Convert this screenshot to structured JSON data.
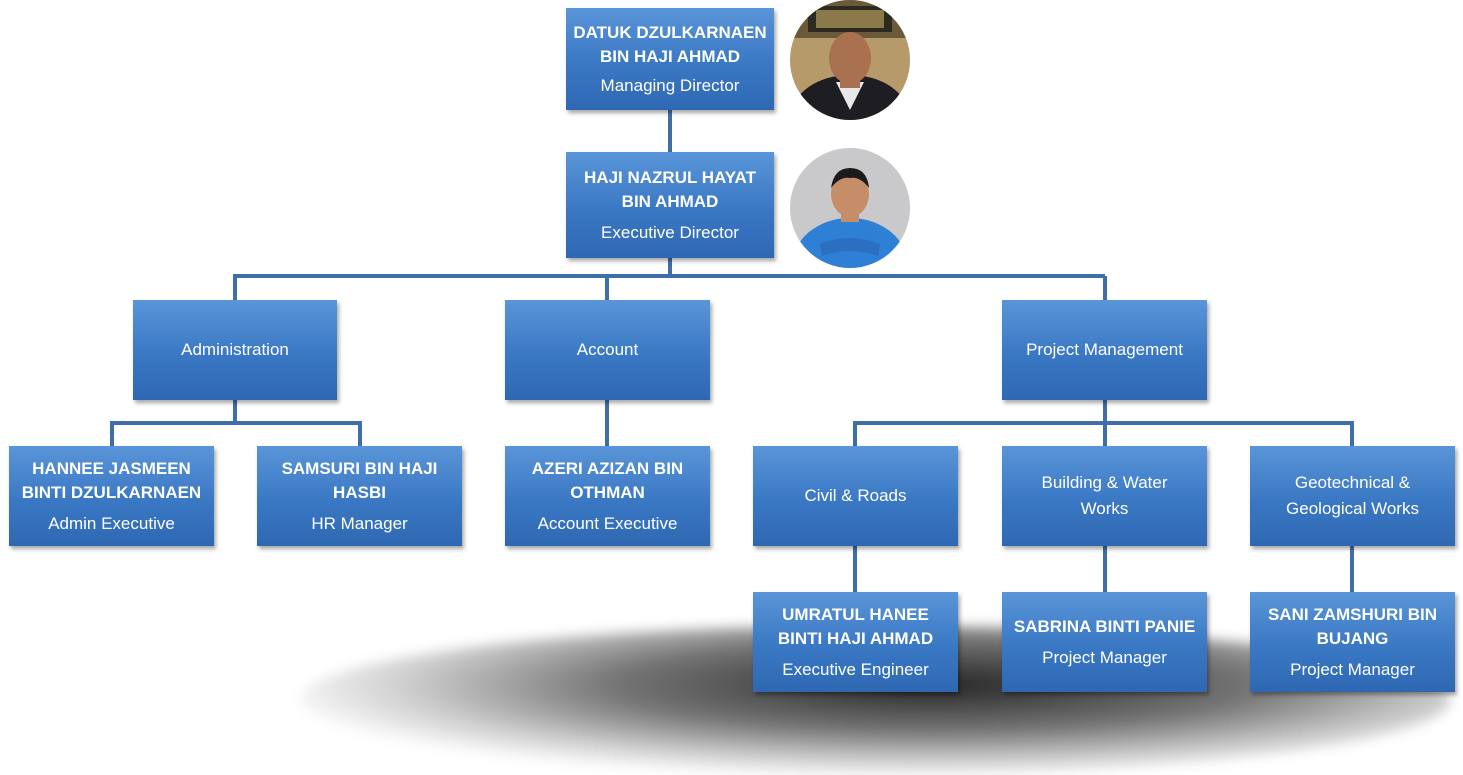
{
  "managing_director": {
    "name": "DATUK DZULKARNAEN BIN HAJI AHMAD",
    "role": "Managing Director"
  },
  "executive_director": {
    "name": "HAJI NAZRUL HAYAT BIN AHMAD",
    "role": "Executive Director"
  },
  "departments": {
    "administration": "Administration",
    "account": "Account",
    "project_management": "Project Management"
  },
  "staff": {
    "admin_exec": {
      "name": "HANNEE JASMEEN BINTI DZULKARNAEN",
      "role": "Admin Executive"
    },
    "hr_manager": {
      "name": "SAMSURI BIN HAJI HASBI",
      "role": "HR Manager"
    },
    "account_exec": {
      "name": "AZERI AZIZAN BIN OTHMAN",
      "role": "Account Executive"
    },
    "civil_engineer": {
      "name": "UMRATUL HANEE BINTI HAJI AHMAD",
      "role": "Executive Engineer"
    },
    "building_pm": {
      "name": "SABRINA BINTI PANIE",
      "role": "Project Manager"
    },
    "geo_pm": {
      "name": "SANI ZAMSHURI BIN BUJANG",
      "role": "Project Manager"
    }
  },
  "sub_units": {
    "civil_roads": "Civil & Roads",
    "building_water": "Building & Water Works",
    "geotechnical": "Geotechnical & Geological Works"
  },
  "colors": {
    "box": "#3a78c4",
    "connector": "#3f6fa8",
    "text": "#ffffff"
  }
}
